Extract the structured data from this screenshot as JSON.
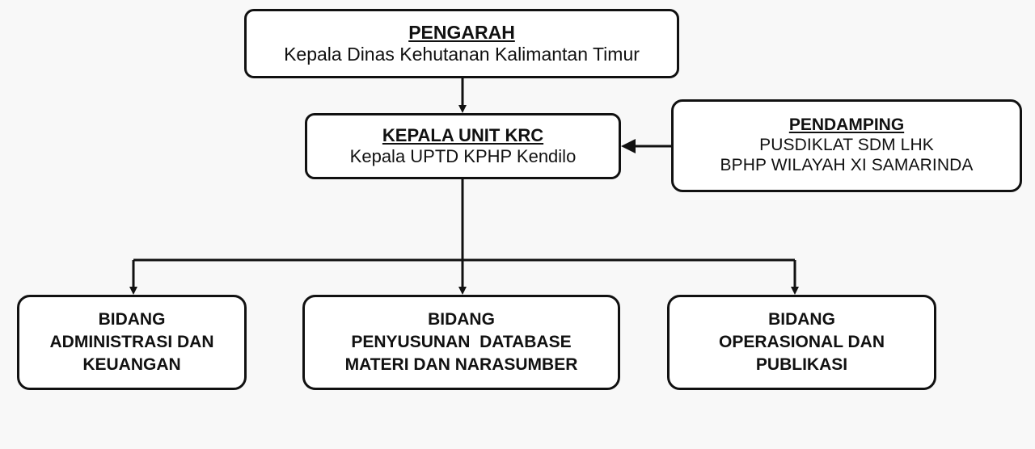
{
  "diagram": {
    "type": "organizational-chart",
    "background_color": "#f8f8f8",
    "box_fill_color": "#ffffff",
    "line_color": "#111111"
  },
  "nodes": {
    "pengarah": {
      "title": "PENGARAH",
      "lines": [
        "Kepala Dinas Kehutanan Kalimantan Timur"
      ]
    },
    "kepala_unit": {
      "title": "KEPALA UNIT KRC",
      "lines": [
        "Kepala UPTD KPHP Kendilo"
      ]
    },
    "pendamping": {
      "title": "PENDAMPING",
      "lines": [
        "PUSDIKLAT SDM LHK",
        "BPHP WILAYAH XI SAMARINDA"
      ]
    },
    "bidang": [
      {
        "lines": [
          "BIDANG",
          "ADMINISTRASI DAN",
          "KEUANGAN"
        ]
      },
      {
        "lines": [
          "BIDANG",
          "PENYUSUNAN  DATABASE",
          "MATERI DAN NARASUMBER"
        ]
      },
      {
        "lines": [
          "BIDANG",
          "OPERASIONAL DAN",
          "PUBLIKASI"
        ]
      }
    ]
  }
}
